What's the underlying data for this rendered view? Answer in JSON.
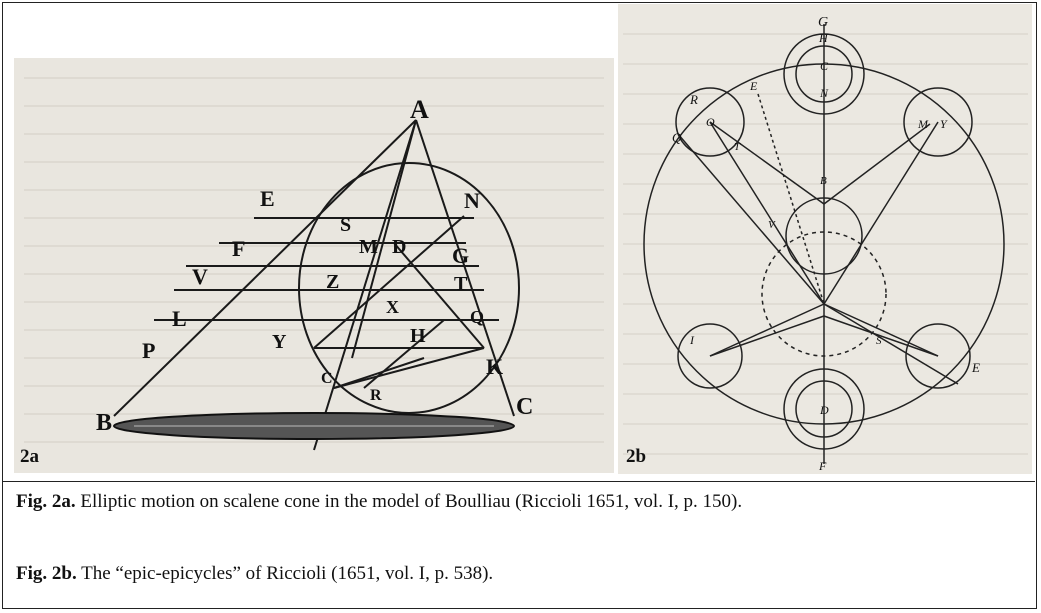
{
  "figure_a": {
    "panel_label": "2a",
    "point_labels": [
      "A",
      "E",
      "S",
      "N",
      "M",
      "D",
      "F",
      "G",
      "V",
      "Z",
      "T",
      "X",
      "L",
      "Q",
      "Y",
      "H",
      "P",
      "C",
      "K",
      "R",
      "B",
      "C"
    ]
  },
  "figure_b": {
    "panel_label": "2b",
    "point_labels": [
      "G",
      "H",
      "C",
      "N",
      "E",
      "R",
      "O",
      "Q",
      "T",
      "M",
      "Y",
      "B",
      "V",
      "I",
      "E",
      "D",
      "S",
      "F"
    ]
  },
  "captions": [
    {
      "label": "Fig. 2a.",
      "text": " Elliptic motion on scalene cone in the model of Boulliau (Riccioli 1651, vol. I, p. 150)."
    },
    {
      "label": "Fig. 2b.",
      "text": " The “epic-epicycles” of Riccioli (1651, vol. I, p. 538)."
    }
  ]
}
